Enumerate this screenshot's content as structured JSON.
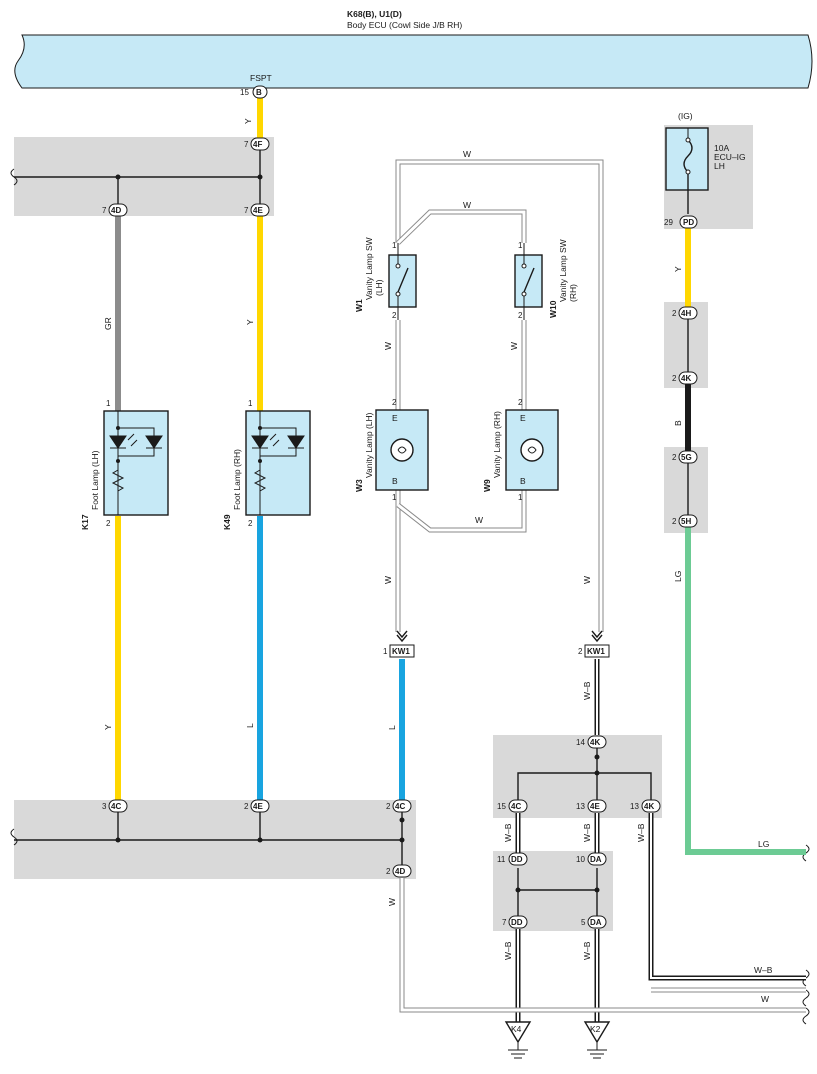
{
  "ecu": {
    "connector": "K68(B), U1(D)",
    "name": "Body ECU (Cowl Side J/B RH)",
    "signal": "FSPT",
    "pin": "15",
    "pin_code": "B"
  },
  "fuse": {
    "source": "(IG)",
    "rating": "10A",
    "name_line1": "ECU–IG",
    "name_line2": "LH",
    "pin": "29",
    "pin_code": "PD"
  },
  "components": {
    "k17": {
      "id": "K17",
      "name": "Foot Lamp (LH)",
      "pin_top": "1",
      "pin_bottom": "2"
    },
    "k49": {
      "id": "K49",
      "name": "Foot Lamp (RH)",
      "pin_top": "1",
      "pin_bottom": "2"
    },
    "w1": {
      "id": "W1",
      "name": "Vanity Lamp SW",
      "side": "(LH)",
      "pin_top": "1",
      "pin_bottom": "2"
    },
    "w10": {
      "id": "W10",
      "name": "Vanity Lamp SW",
      "side": "(RH)",
      "pin_top": "1",
      "pin_bottom": "2"
    },
    "w3": {
      "id": "W3",
      "name": "Vanity Lamp (LH)",
      "pin_top": "2",
      "pin_bottom": "1",
      "term_top": "E",
      "term_bottom": "B"
    },
    "w9": {
      "id": "W9",
      "name": "Vanity Lamp (RH)",
      "pin_top": "2",
      "pin_bottom": "1",
      "term_top": "E",
      "term_bottom": "B"
    }
  },
  "connectors": {
    "c4F": {
      "pin": "7",
      "code": "4F"
    },
    "c4D_top": {
      "pin": "7",
      "code": "4D"
    },
    "c4E_top": {
      "pin": "7",
      "code": "4E"
    },
    "c4H": {
      "pin": "2",
      "code": "4H"
    },
    "c4K_right": {
      "pin": "2",
      "code": "4K"
    },
    "c5G": {
      "pin": "2",
      "code": "5G"
    },
    "c5H": {
      "pin": "2",
      "code": "5H"
    },
    "kw1_left": {
      "pin": "1",
      "code": "KW1"
    },
    "kw1_right": {
      "pin": "2",
      "code": "KW1"
    },
    "c4K_14": {
      "pin": "14",
      "code": "4K"
    },
    "c4C_15": {
      "pin": "15",
      "code": "4C"
    },
    "c4E_13": {
      "pin": "13",
      "code": "4E"
    },
    "c4K_13": {
      "pin": "13",
      "code": "4K"
    },
    "cDD_11": {
      "pin": "11",
      "code": "DD"
    },
    "cDA_10": {
      "pin": "10",
      "code": "DA"
    },
    "cDD_7": {
      "pin": "7",
      "code": "DD"
    },
    "cDA_5": {
      "pin": "5",
      "code": "DA"
    },
    "c4C_3": {
      "pin": "3",
      "code": "4C"
    },
    "c4E_2": {
      "pin": "2",
      "code": "4E"
    },
    "c4C_2": {
      "pin": "2",
      "code": "4C"
    },
    "c4D_2": {
      "pin": "2",
      "code": "4D"
    }
  },
  "wire_colors": {
    "ecu_out": "Y",
    "k17_feed": "GR",
    "k49_feed": "Y",
    "w_loop_outer": "W",
    "w_loop_inner": "W",
    "w1_to_w3": "W",
    "w10_to_w9": "W",
    "lamp_return": "W",
    "w3_down": "W",
    "right_down": "W",
    "fuse_out": "Y",
    "fuse_mid": "B",
    "fuse_low": "LG",
    "fuse_end": "LG",
    "k17_ret": "Y",
    "k49_ret": "L",
    "kw1_ret": "L",
    "w_b_top": "W–B",
    "w_b_1": "W–B",
    "w_b_2": "W–B",
    "w_b_3": "W–B",
    "w_b_4": "W–B",
    "w_b_5": "W–B",
    "w_b_right": "W–B",
    "w_bottom_left": "W",
    "w_bottom_right": "W"
  },
  "grounds": {
    "left": "K4",
    "right": "K2"
  },
  "colors": {
    "ecu_fill": "#c6e9f6",
    "junction_fill": "#d9d9d9",
    "component_fill": "#c6e9f6",
    "wire_Y": "#ffd700",
    "wire_GR": "#8c8c8c",
    "wire_L": "#18a4e0",
    "wire_B": "#1a1a1a",
    "wire_LG": "#6ccb94",
    "wire_W": "#ffffff",
    "wire_WB": "#1a1a1a"
  }
}
